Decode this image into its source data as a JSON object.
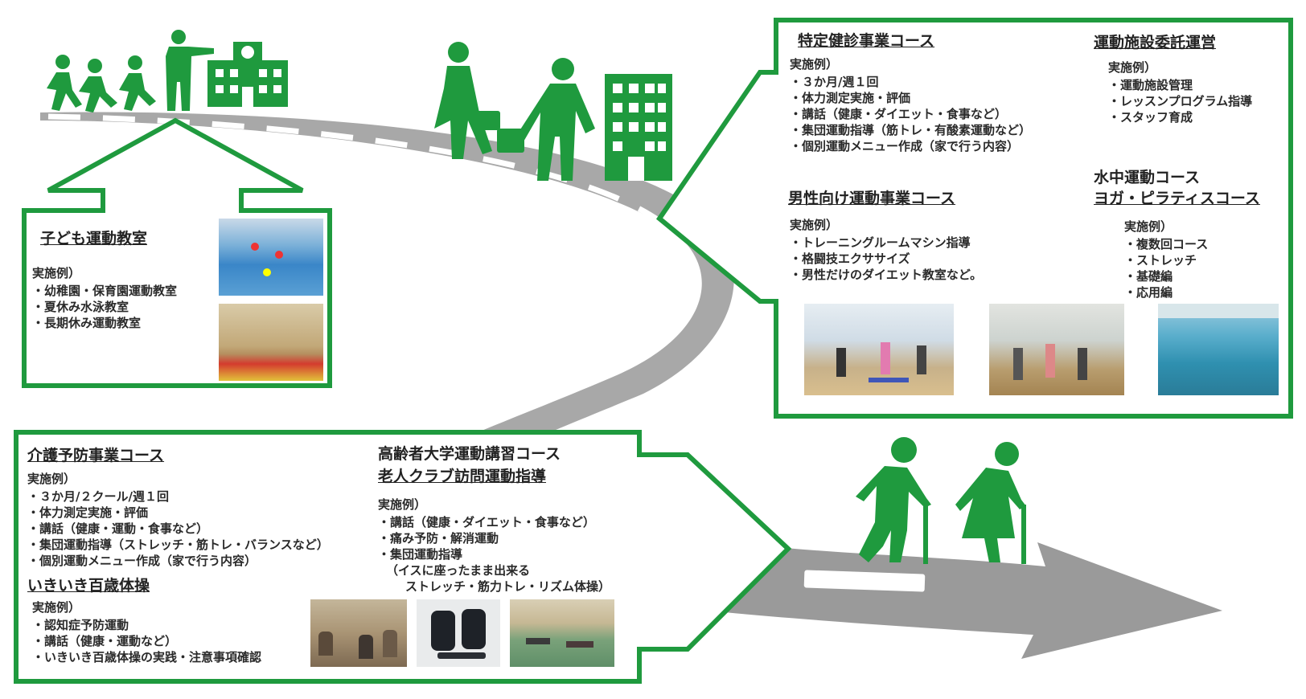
{
  "colors": {
    "green": "#1f9a3e",
    "road": "#a7a7a7",
    "road_dark": "#8f8f8f",
    "line": "#ffffff"
  },
  "icons": [
    "children-running-icon",
    "teacher-pointing-icon",
    "school-building-icon",
    "walking-students-with-bags-icon",
    "office-building-icon",
    "elderly-couple-with-canes-icon"
  ],
  "child": {
    "title": "子ども運動教室",
    "example_label": "実施例）",
    "items": [
      "幼稚園・保育園運動教室",
      "夏休み水泳教室",
      "長期休み運動教室"
    ]
  },
  "tokutei": {
    "title": "特定健診事業コース",
    "example_label": "実施例）",
    "items": [
      "３か月/週１回",
      "体力測定実施・評価",
      "講話（健康・ダイエット・食事など）",
      "集団運動指導（筋トレ・有酸素運動など）",
      "個別運動メニュー作成（家で行う内容）"
    ]
  },
  "facility": {
    "title": "運動施設委託運営",
    "example_label": "実施例）",
    "items": [
      "運動施設管理",
      "レッスンプログラム指導",
      "スタッフ育成"
    ]
  },
  "men": {
    "title": "男性向け運動事業コース",
    "example_label": "実施例）",
    "items": [
      "トレーニングルームマシン指導",
      "格闘技エクササイズ",
      "男性だけのダイエット教室など。"
    ]
  },
  "aqua": {
    "title1": "水中運動コース",
    "title2": "ヨガ・ピラティスコース",
    "example_label": "実施例）",
    "items": [
      "複数回コース",
      "ストレッチ",
      "基礎編",
      "応用編"
    ]
  },
  "kaigo": {
    "title": "介護予防事業コース",
    "example_label": "実施例）",
    "items": [
      "３か月/２クール/週１回",
      "体力測定実施・評価",
      "講話（健康・運動・食事など）",
      "集団運動指導（ストレッチ・筋トレ・バランスなど）",
      "個別運動メニュー作成（家で行う内容）"
    ]
  },
  "ikiiki": {
    "title": "いきいき百歳体操",
    "example_label": "実施例）",
    "items": [
      "認知症予防運動",
      "講話（健康・運動など）",
      "いきいき百歳体操の実践・注意事項確認"
    ]
  },
  "senior": {
    "title1": "高齢者大学運動講習コース",
    "title2": "老人クラブ訪問運動指導",
    "example_label": "実施例）",
    "items": [
      "講話（健康・ダイエット・食事など）",
      "痛み予防・解消運動",
      "集団運動指導"
    ],
    "note1": "（イスに座ったまま出来る",
    "note2": "ストレッチ・筋力トレ・リズム体操）"
  }
}
